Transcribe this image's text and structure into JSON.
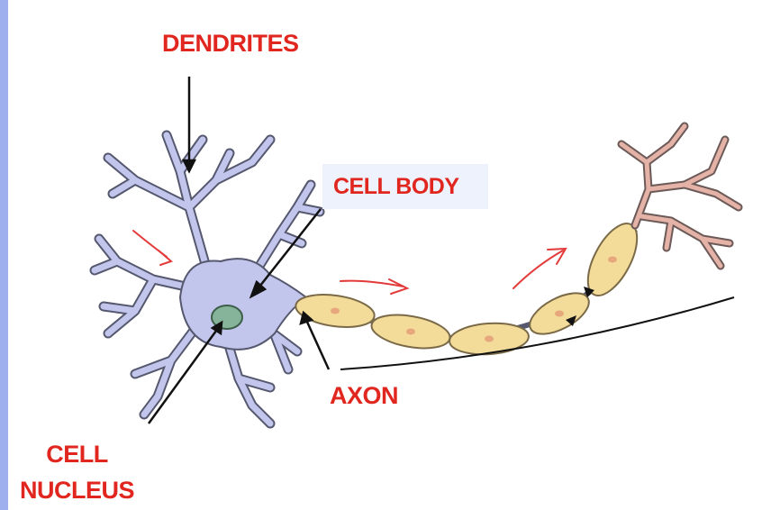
{
  "labels": {
    "dendrites": "DENDRITES",
    "cell_body": "CELL BODY",
    "axon": "AXON",
    "cell_nucleus_line1": "CELL",
    "cell_nucleus_line2": "NUCLEUS"
  },
  "colors": {
    "label_text": "#e0261e",
    "cell_body_fill": "#c2c6ec",
    "cell_outline": "#55586e",
    "nucleus_fill": "#86b49a",
    "myelin_fill": "#f3dc99",
    "myelin_stroke": "#7a6a48",
    "terminal_fill": "#e4b2a6",
    "signal_arrow": "#e33a3a",
    "label_box": "#eef2fc",
    "left_bar": "#9fb0ee"
  }
}
